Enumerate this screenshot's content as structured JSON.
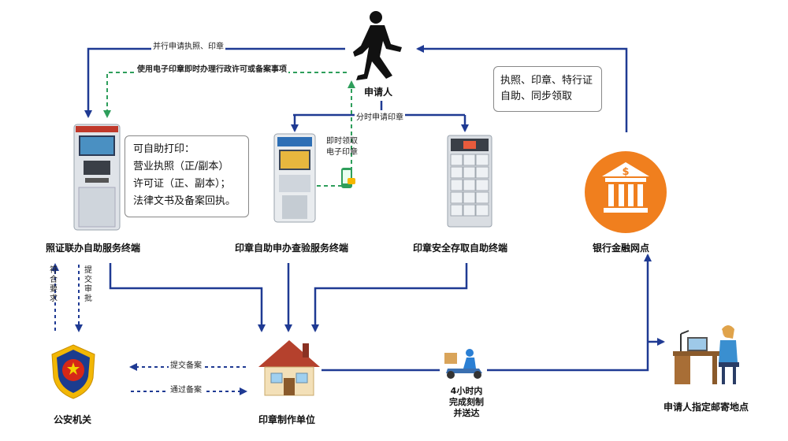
{
  "nodes": {
    "applicant": "申请人",
    "print_terminal": "照证联办自助服务终端",
    "seal_apply_terminal": "印章自助申办查验服务终端",
    "seal_storage_terminal": "印章安全存取自助终端",
    "bank": "银行金融网点",
    "police": "公安机关",
    "seal_maker": "印章制作单位",
    "mail_address": "申请人指定邮寄地点"
  },
  "edges": {
    "apply_license_seal": "并行申请执照、印章",
    "use_e_seal": "使用电子印章即时办理行政许可或备案事项",
    "timed_apply_seal": "分时申请印章",
    "instant_e_seal_line1": "即时领取",
    "instant_e_seal_line2": "电子印章",
    "meets_requirements": "符合要求",
    "submit_review": "提交审批",
    "submit_filing": "提交备案",
    "pass_filing": "通过备案",
    "delivery_line1": "4小时内",
    "delivery_line2": "完成刻制",
    "delivery_line3": "并送达"
  },
  "print_box": {
    "title": "可自助打印：",
    "line1": "营业执照（正/副本）",
    "line2": "许可证（正、副本）；",
    "line3": "法律文书及备案回执。"
  },
  "bank_box": {
    "line1": "执照、印章、特行证",
    "line2": "自助、同步领取"
  },
  "colors": {
    "arrow_blue": "#1f3a93",
    "arrow_green": "#2e9e5b",
    "bank_orange": "#f07f1e"
  }
}
